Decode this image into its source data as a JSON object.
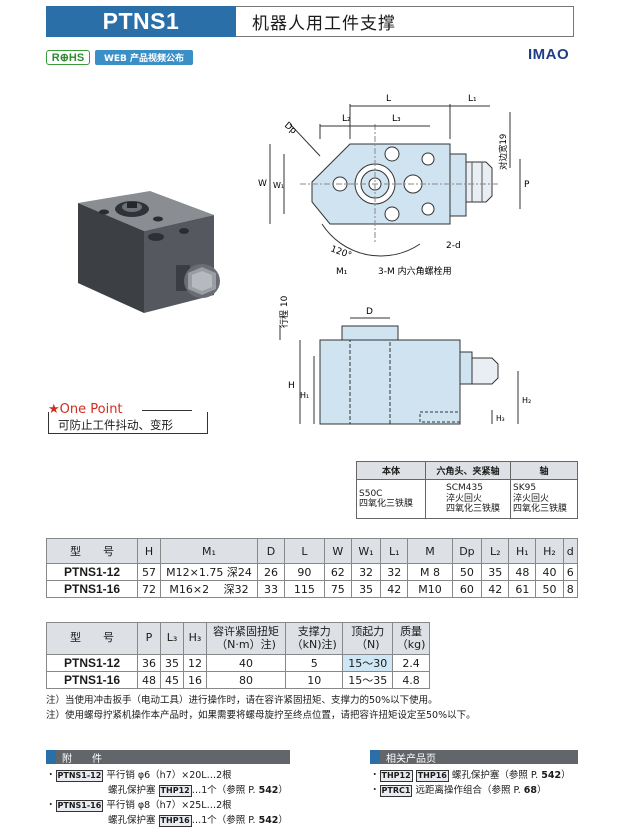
{
  "header": {
    "model": "PTNS1",
    "title": "机器人用工件支撑"
  },
  "badges": {
    "rohs": "R⊕HS",
    "web_video": "WEB 产品视频公布",
    "brand": "IMAO"
  },
  "drawing": {
    "labels": {
      "L": "L",
      "L1": "L₁",
      "L2": "L₂",
      "L3": "L₃",
      "Dp": "Dp",
      "W": "W",
      "W1": "W₁",
      "P": "P",
      "width_across": "对边宽19",
      "two_d": "2-d",
      "angle": "120°",
      "M1": "M₁",
      "three_m": "3-M 内六角螺栓用",
      "stroke": "行程 10",
      "D": "D",
      "H": "H",
      "H1": "H₁",
      "H2": "H₂",
      "H3": "H₃"
    }
  },
  "one_point": {
    "title": "★One Point",
    "text": "可防止工件抖动、变形"
  },
  "material_table": {
    "headers": [
      "本体",
      "六角头、夹紧轴",
      "轴"
    ],
    "row": [
      "S50C\n四氧化三铁膜",
      "SCM435\n淬火回火\n四氧化三铁膜",
      "SK95\n淬火回火\n四氧化三铁膜"
    ]
  },
  "spec_table_1": {
    "headers": [
      "型　　号",
      "H",
      "M₁",
      "D",
      "L",
      "W",
      "W₁",
      "L₁",
      "M",
      "Dp",
      "L₂",
      "H₁",
      "H₂",
      "d"
    ],
    "rows": [
      [
        "PTNS1-12",
        "57",
        "M12×1.75 深24",
        "26",
        "90",
        "62",
        "32",
        "32",
        "M 8",
        "50",
        "35",
        "48",
        "40",
        "6"
      ],
      [
        "PTNS1-16",
        "72",
        "M16×2　 深32",
        "33",
        "115",
        "75",
        "35",
        "42",
        "M10",
        "60",
        "42",
        "61",
        "50",
        "8"
      ]
    ]
  },
  "spec_table_2": {
    "headers": [
      "型　　号",
      "P",
      "L₃",
      "H₃",
      "容许紧固扭矩\n（N·m）注)",
      "支撑力\n（kN)注)",
      "顶起力\n（N)",
      "质量\n（kg)"
    ],
    "rows": [
      [
        "PTNS1-12",
        "36",
        "35",
        "12",
        "40",
        "5",
        "15～30",
        "2.4"
      ],
      [
        "PTNS1-16",
        "48",
        "45",
        "16",
        "80",
        "10",
        "15～35",
        "4.8"
      ]
    ]
  },
  "notes": [
    "注）当使用冲击扳手（电动工具）进行操作时，请在容许紧固扭矩、支撑力的50%以下使用。",
    "注）使用螺母拧紧机操作本产品时，如果需要将螺母旋拧至终点位置，请把容许扭矩设定至50%以下。"
  ],
  "accessories": {
    "title": "附　　件",
    "items": [
      {
        "code": "PTNS1-12",
        "line1": "平行销 φ6（h7）×20L…2根",
        "line2_pre": "螺孔保护塞",
        "line2_code": "THP12",
        "line2_post": "…1个（参照 P.",
        "page": "542",
        "close": "）"
      },
      {
        "code": "PTNS1-16",
        "line1": "平行销 φ8（h7）×25L…2根",
        "line2_pre": "螺孔保护塞",
        "line2_code": "THP16",
        "line2_post": "…1个（参照 P.",
        "page": "542",
        "close": "）"
      }
    ]
  },
  "related": {
    "title": "相关产品页",
    "items": [
      {
        "codes": [
          "THP12",
          "THP16"
        ],
        "text": "螺孔保护塞（参照 P.",
        "page": "542",
        "close": "）"
      },
      {
        "codes": [
          "PTRC1"
        ],
        "text": "远距离操作组合（参照 P.",
        "page": "68",
        "close": "）"
      }
    ]
  },
  "colors": {
    "header_blue": "#2a6fa8",
    "drawing_fill": "#cfe3f1",
    "table_header": "#dde1e6",
    "section_bar": "#62666b"
  }
}
